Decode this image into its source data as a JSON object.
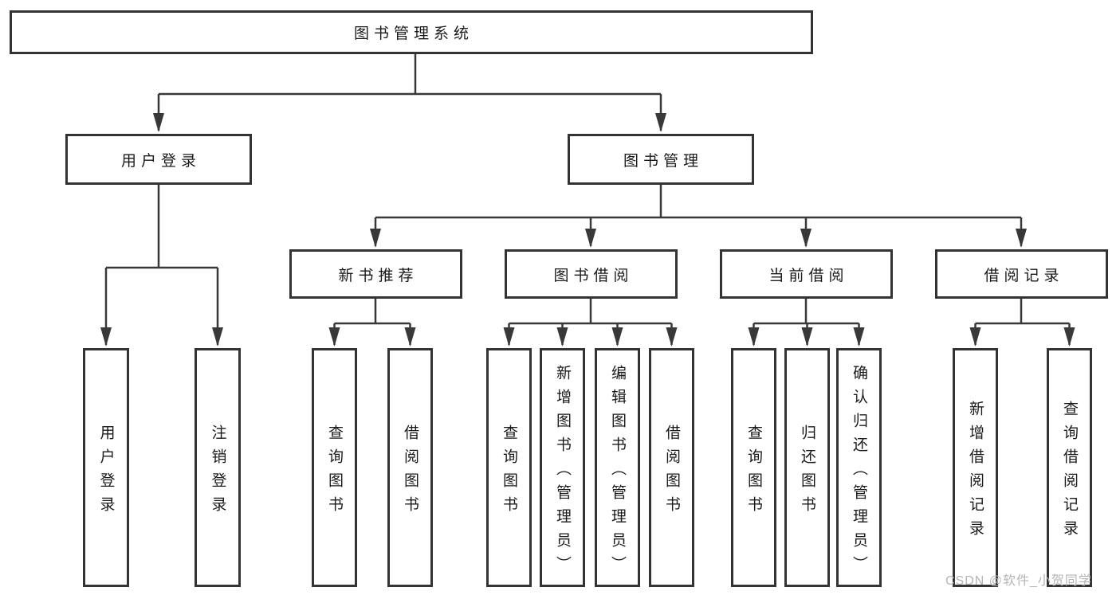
{
  "diagram": {
    "type": "hierarchy-tree",
    "background": "#ffffff",
    "colors": {
      "box_border": "#333333",
      "line": "#383838",
      "text": "#1a1a1a",
      "watermark": "#b5b5b5"
    }
  },
  "nodes": {
    "root": {
      "label": "图书管理系统"
    },
    "user_login": {
      "label": "用户登录"
    },
    "book_mgmt": {
      "label": "图书管理"
    },
    "new_book_rec": {
      "label": "新书推荐"
    },
    "book_borrow": {
      "label": "图书借阅"
    },
    "current_borrow": {
      "label": "当前借阅"
    },
    "borrow_records": {
      "label": "借阅记录"
    },
    "leaf_user_login": {
      "label": "用户登录"
    },
    "leaf_logout": {
      "label": "注销登录"
    },
    "leaf_nb_query": {
      "label": "查询图书"
    },
    "leaf_nb_borrow": {
      "label": "借阅图书"
    },
    "leaf_bb_query": {
      "label": "查询图书"
    },
    "leaf_bb_add": {
      "label": "新增图书（管理员）"
    },
    "leaf_bb_edit": {
      "label": "编辑图书（管理员）"
    },
    "leaf_bb_borrow": {
      "label": "借阅图书"
    },
    "leaf_cb_query": {
      "label": "查询图书"
    },
    "leaf_cb_return": {
      "label": "归还图书"
    },
    "leaf_cb_confirm": {
      "label": "确认归还（管理员）"
    },
    "leaf_br_add": {
      "label": "新增借阅记录"
    },
    "leaf_br_query": {
      "label": "查询借阅记录"
    }
  },
  "edges": [
    {
      "from": "图书管理系统",
      "to": "用户登录"
    },
    {
      "from": "图书管理系统",
      "to": "图书管理"
    },
    {
      "from": "用户登录",
      "to": "用户登录"
    },
    {
      "from": "用户登录",
      "to": "注销登录"
    },
    {
      "from": "图书管理",
      "to": "新书推荐"
    },
    {
      "from": "图书管理",
      "to": "图书借阅"
    },
    {
      "from": "图书管理",
      "to": "当前借阅"
    },
    {
      "from": "图书管理",
      "to": "借阅记录"
    },
    {
      "from": "新书推荐",
      "to": "查询图书"
    },
    {
      "from": "新书推荐",
      "to": "借阅图书"
    },
    {
      "from": "图书借阅",
      "to": "查询图书"
    },
    {
      "from": "图书借阅",
      "to": "新增图书（管理员）"
    },
    {
      "from": "图书借阅",
      "to": "编辑图书（管理员）"
    },
    {
      "from": "图书借阅",
      "to": "借阅图书"
    },
    {
      "from": "当前借阅",
      "to": "查询图书"
    },
    {
      "from": "当前借阅",
      "to": "归还图书"
    },
    {
      "from": "当前借阅",
      "to": "确认归还（管理员）"
    },
    {
      "from": "借阅记录",
      "to": "新增借阅记录"
    },
    {
      "from": "借阅记录",
      "to": "查询借阅记录"
    }
  ],
  "watermark": {
    "text": "CSDN @软件_小贺同学"
  }
}
